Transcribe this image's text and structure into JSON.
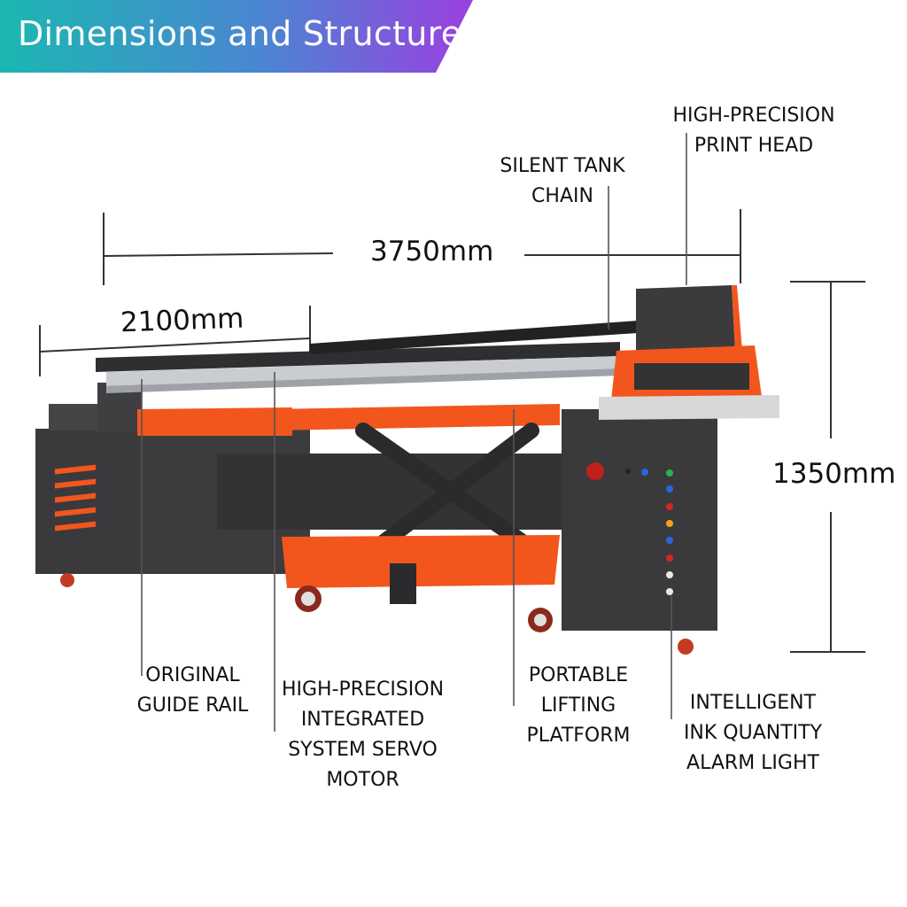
{
  "banner": {
    "title": "Dimensions and Structure",
    "colors": [
      "#1bb7b1",
      "#5a6fd6",
      "#9b3fe0"
    ]
  },
  "dimensions": {
    "length": "3750mm",
    "width": "2100mm",
    "height": "1350mm"
  },
  "callouts": {
    "print_head": [
      "HIGH-PRECISION",
      "PRINT HEAD"
    ],
    "tank_chain": [
      "SILENT TANK",
      "CHAIN"
    ],
    "guide_rail": [
      "ORIGINAL",
      "GUIDE RAIL"
    ],
    "servo_motor": [
      "HIGH-PRECISION",
      "INTEGRATED",
      "SYSTEM SERVO",
      "MOTOR"
    ],
    "lifting_platform": [
      "PORTABLE",
      "LIFTING",
      "PLATFORM"
    ],
    "alarm_light": [
      "INTELLIGENT",
      "INK QUANTITY",
      "ALARM LIGHT"
    ]
  },
  "colors": {
    "machine_body": "#3a3a3c",
    "accent": "#f2561d",
    "rail": "#c9ccd0",
    "line": "#333333"
  }
}
